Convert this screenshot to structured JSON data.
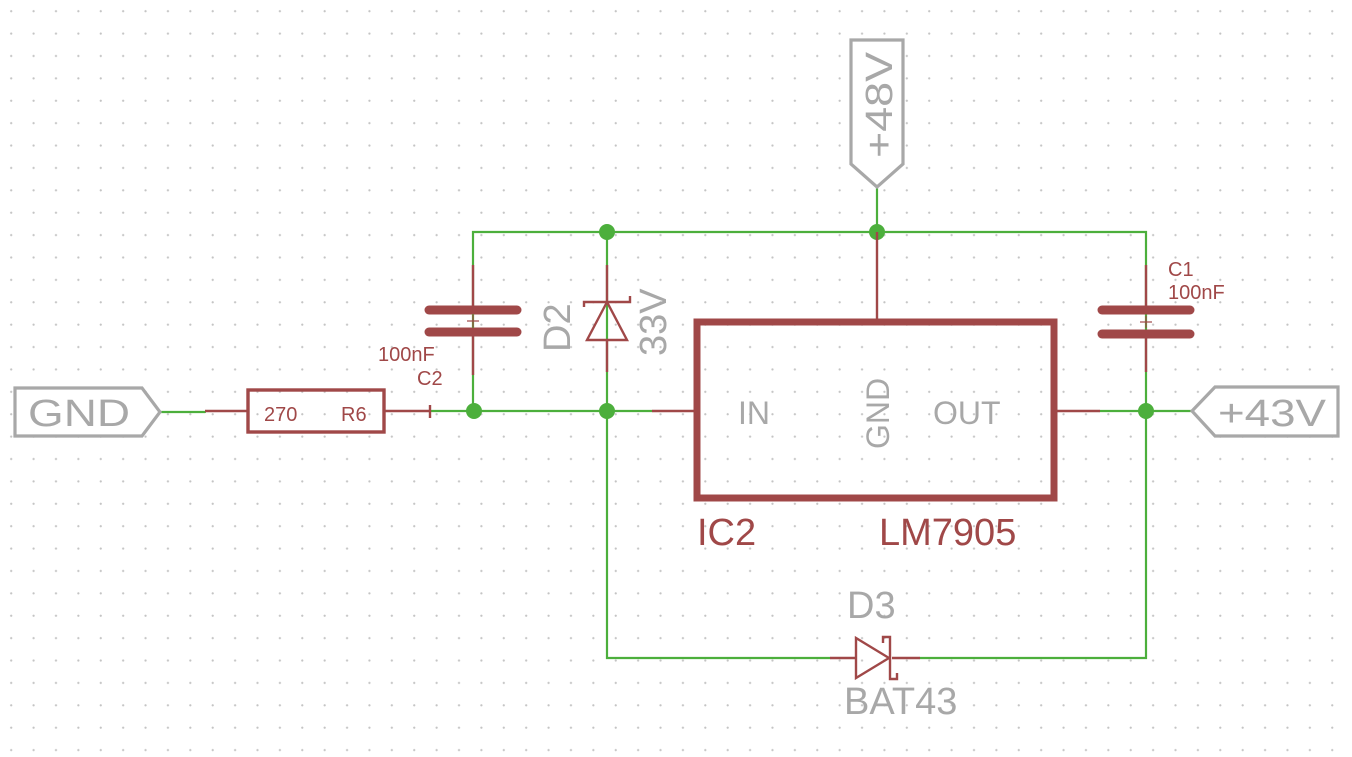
{
  "colors": {
    "wire": "#4caf3c",
    "component": "#a04848",
    "label": "#a8a8a8",
    "grid_dot": "#c4c4c4",
    "background": "#ffffff"
  },
  "ports": {
    "gnd": "GND",
    "p48v": "+48V",
    "p43v": "+43V"
  },
  "resistor": {
    "value": "270",
    "name": "R6"
  },
  "capacitor_c2": {
    "value": "100nF",
    "name": "C2"
  },
  "capacitor_c1": {
    "name": "C1",
    "value": "100nF"
  },
  "zener_d2": {
    "name": "D2",
    "value": "33V"
  },
  "regulator": {
    "name": "IC2",
    "value": "LM7905",
    "pin_in": "IN",
    "pin_gnd": "GND",
    "pin_out": "OUT"
  },
  "diode_d3": {
    "name": "D3",
    "value": "BAT43"
  }
}
